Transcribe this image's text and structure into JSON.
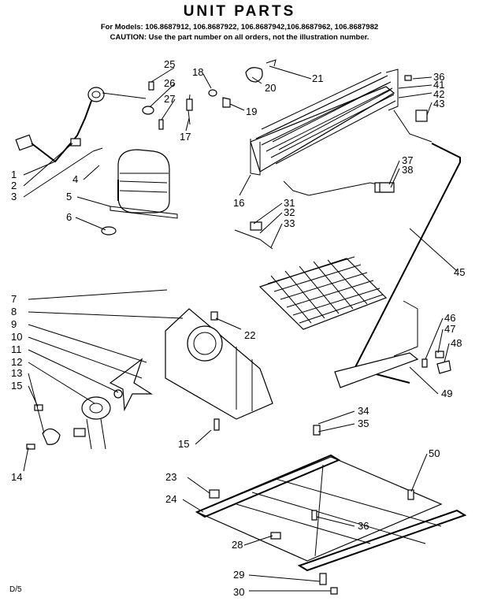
{
  "header": {
    "title": "UNIT PARTS",
    "models": "For Models: 106.8687912, 106.8687922, 106.8687942,106.8687962, 106.8687982",
    "caution": "CAUTION: Use the part number on all orders, not the illustration number."
  },
  "footer": {
    "code": "D/5"
  },
  "callouts": [
    "1",
    "2",
    "3",
    "4",
    "5",
    "6",
    "7",
    "8",
    "9",
    "10",
    "11",
    "12",
    "13",
    "15",
    "14",
    "15",
    "16",
    "17",
    "18",
    "19",
    "20",
    "21",
    "22",
    "23",
    "24",
    "25",
    "26",
    "27",
    "28",
    "29",
    "30",
    "31",
    "32",
    "33",
    "34",
    "35",
    "36",
    "36",
    "37",
    "38",
    "41",
    "42",
    "43",
    "45",
    "46",
    "47",
    "48",
    "49",
    "50"
  ],
  "icons": [
    "compressor",
    "condenser-coil",
    "evaporator-coil",
    "fan-shroud",
    "fan-blade",
    "fan-motor",
    "base-frame",
    "capillary-tube",
    "drain-pan",
    "cord-assembly"
  ]
}
